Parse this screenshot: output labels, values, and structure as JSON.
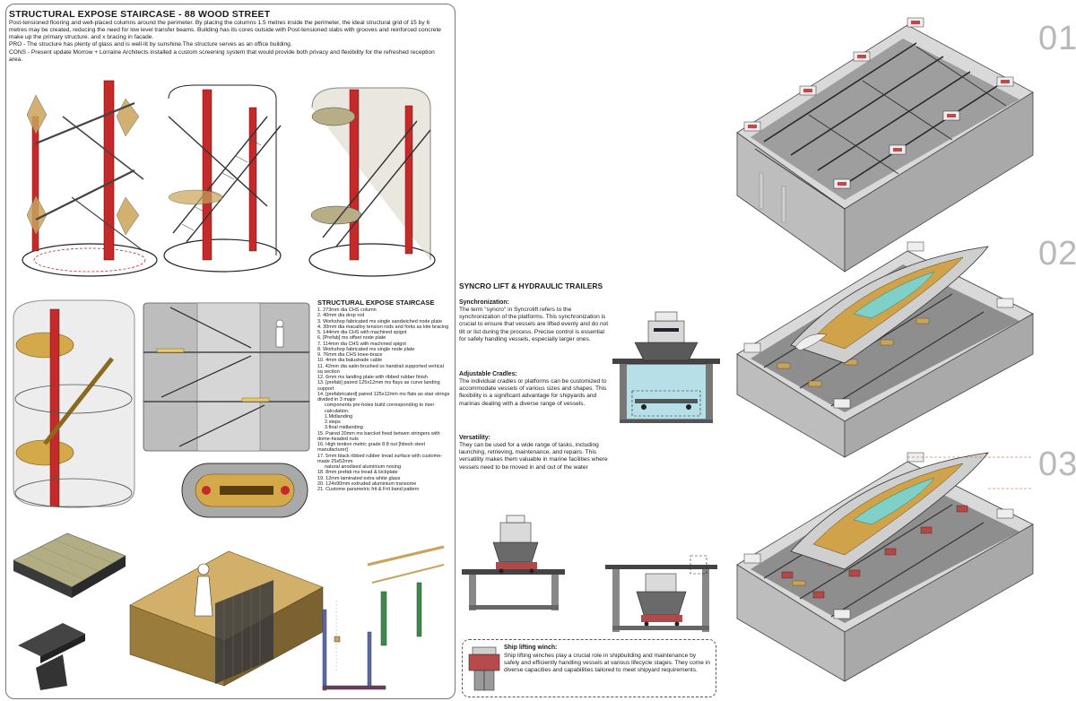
{
  "left_panel": {
    "title": "STRUCTURAL EXPOSE STAIRCASE - 88 WOOD STREET",
    "intro": "Post-tensioned flooring and well-placed columns around the perimeter. By placing the columns 1.5 metres inside the perimeter, the ideal structural grid of 15 by 6 metres may be created, reducing the need for low level transfer beams. Building has its cores outside with Post-tensioned slabs with grooves and reinforced concrete make up the primary structure. and x bracing in facade.",
    "pro": "PRO - The structure has plenty of glass and is well-lit by sunshine.The structure serves as an office building.",
    "cons": "CONS - Present update Morrow + Lorraine Architects installed a custom screening system that would provide both privacy and flexibility for the refreshed reception area."
  },
  "parts": {
    "title": "STRUCTURAL EXPOSE STAIRCASE",
    "items": [
      "1. 273mm dia CHS column",
      "2. 40mm dia drop rod",
      "3. Workshop fabricated ms single sandwiched node plate",
      "4. 30mm dia macalloy tension rods and forks as kite bracing",
      "5. 144mm dia CHS with machined spigot",
      "6. [Prefab] ms offset node plate",
      "7. 114mm dia CHS with machined spigot",
      "8. Workshop fabricated ms single node plate",
      "9. 76mm dia CHS knee-brace",
      "10. 4mm dia balustrade cable",
      "11. 42mm dia satin-brushed ss handrail supported vertical sq section",
      "12. 6mm ms landing plate with ribbed rubber finish",
      "13. [prefab] paired 125x12mm ms flays as curve landing support",
      "14. [prefabricated] paired 125x12mm ms flats as stair strings divided in 3 major",
      "components pre-holes build corresponding to riser calculation.",
      "1.Midlanding",
      "2.steps",
      "3.final midlanding",
      "15. Paired 20mm ms barcket fixed betwen stringers with dome-headed nuts",
      "16. High tention metric grade 8.8 nut [hitesh steel manufacturer]",
      "17. 5mm black ribbed rubber tread surface with custome-made 25x52mm",
      "natural anodised aluminium nosing",
      "18. 8mm prefab ms tread & kickplate",
      "19. 12mm laminated extra white glass",
      "20. 124x90mm extruded aluminium transome",
      "21. Custome parametric frit & Frit band pattern"
    ]
  },
  "syncro": {
    "title": "SYNCRO LIFT & HYDRAULIC TRAILERS",
    "sections": [
      {
        "heading": "Synchronization:",
        "text": "The term \"syncro\" in Syncrolift refers to the synchronization of the platforms. This synchronization is crucial to ensure that vessels are lifted evenly and do not tilt or list during the process. Precise control is essential for safely handling vessels, especially larger ones."
      },
      {
        "heading": "Adjustable Cradles:",
        "text": "The individual cradles or platforms can be customized to accommodate vessels of various sizes and shapes. This flexibility is a significant advantage for shipyards and marinas dealing with a diverse range of vessels."
      },
      {
        "heading": "Versatility:",
        "text": "They can be used for a wide range of tasks, including launching, retrieving, maintenance, and repairs. This versatility makes them valuable in marine facilities where vessels need to be moved in and out of the water"
      }
    ]
  },
  "winch": {
    "title": "Ship lifting winch:",
    "text": "Ship lifting winches play a crucial role in shipbuilding and maintenance by safely and efficiently handling vessels at various lifecycle stages. They come in diverse capacities and capabilities tailored to meet shipyard requirements."
  },
  "stages": [
    "01",
    "02",
    "03"
  ],
  "colors": {
    "column_red": "#c42a2a",
    "timber": "#c9a35a",
    "concrete": "#cfcfcf",
    "concrete_dark": "#9a9a9a",
    "water": "#b7dfe8",
    "hull_teal": "#7fd0c8",
    "deck": "#c8a24c"
  }
}
